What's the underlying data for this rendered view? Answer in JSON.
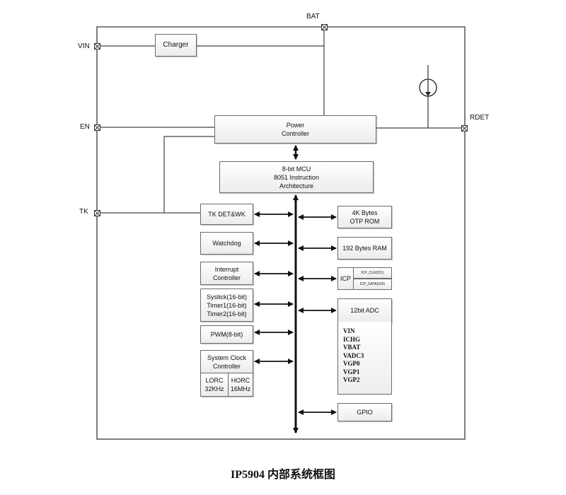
{
  "diagram": {
    "title": "IP5904 内部系统框图",
    "pins": {
      "vin": "VIN",
      "bat": "BAT",
      "en": "EN",
      "tk": "TK",
      "rdet": "RDET"
    },
    "blocks": {
      "charger": "Charger",
      "power_controller": [
        "Power",
        "Controller"
      ],
      "mcu": [
        "8-bit MCU",
        "8051 Instruction",
        "Architecture"
      ],
      "tk_det": "TK DET&WK",
      "watchdog": "Watchdog",
      "interrupt": [
        "Interrupt",
        "Controller"
      ],
      "timers": [
        "Systick(16-bit)",
        "Timer1(16-bit)",
        "Timer2(16-bit)"
      ],
      "pwm": "PWM(8-bit)",
      "sysclk": [
        "System Clock",
        "Controller"
      ],
      "lorc": [
        "LORC",
        "32KHz"
      ],
      "horc": [
        "HORC",
        "16MHz"
      ],
      "otp_rom": [
        "4K Bytes",
        "OTP ROM"
      ],
      "ram": "192 Bytes RAM",
      "icp": "ICP",
      "icp_clk": "ICP_CLK(IO1)",
      "icp_data": "ICP_DATA(IO0)",
      "adc": "12bit ADC",
      "adc_channels": [
        "VIN",
        "ICHG",
        "VBAT",
        "VADC3",
        "VGP0",
        "VGP1",
        "VGP2"
      ],
      "gpio": "GPIO"
    },
    "symbols": {
      "current_source": "current-source-icon",
      "pin_marker": "pin-cross-box-icon"
    }
  }
}
